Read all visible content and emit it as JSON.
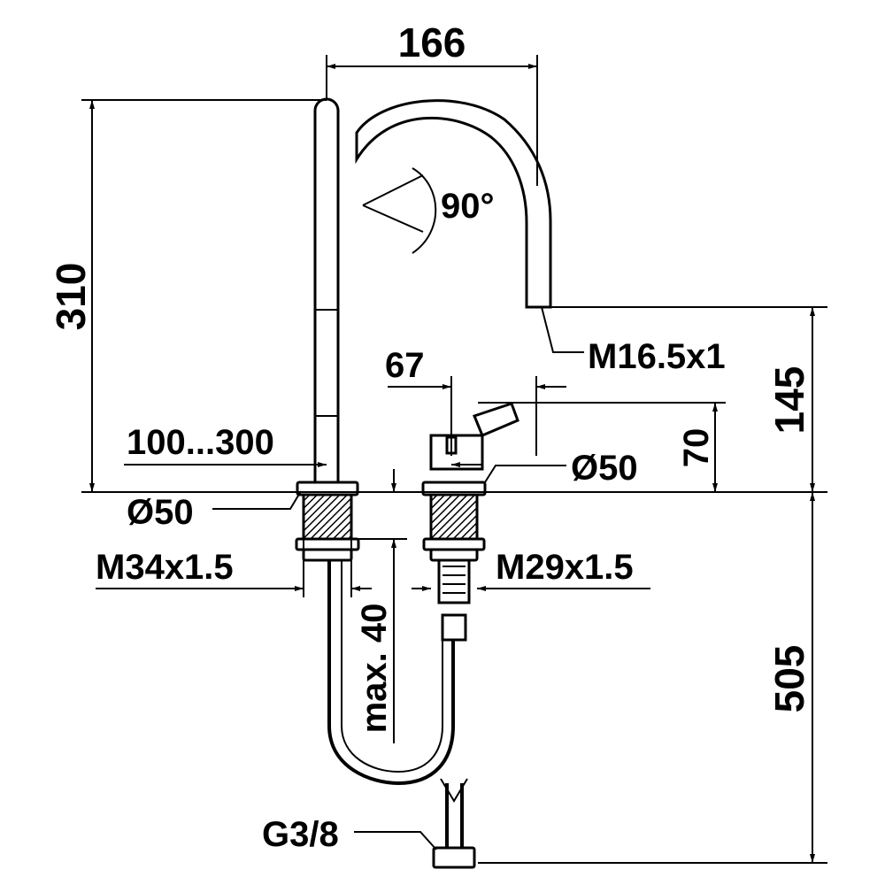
{
  "labels": {
    "width_spout": "166",
    "height_total": "310",
    "swivel_angle": "90°",
    "outlet_thread": "M16.5x1",
    "spout_outlet_height": "145",
    "handle_offset": "67",
    "handle_height": "70",
    "spacing": "100...300",
    "rose_diameter_right": "Ø50",
    "rose_diameter_left": "Ø50",
    "thread_left": "M34x1.5",
    "thread_right": "M29x1.5",
    "max_thickness": "max. 40",
    "hose_length": "505",
    "connection": "G3/8"
  }
}
